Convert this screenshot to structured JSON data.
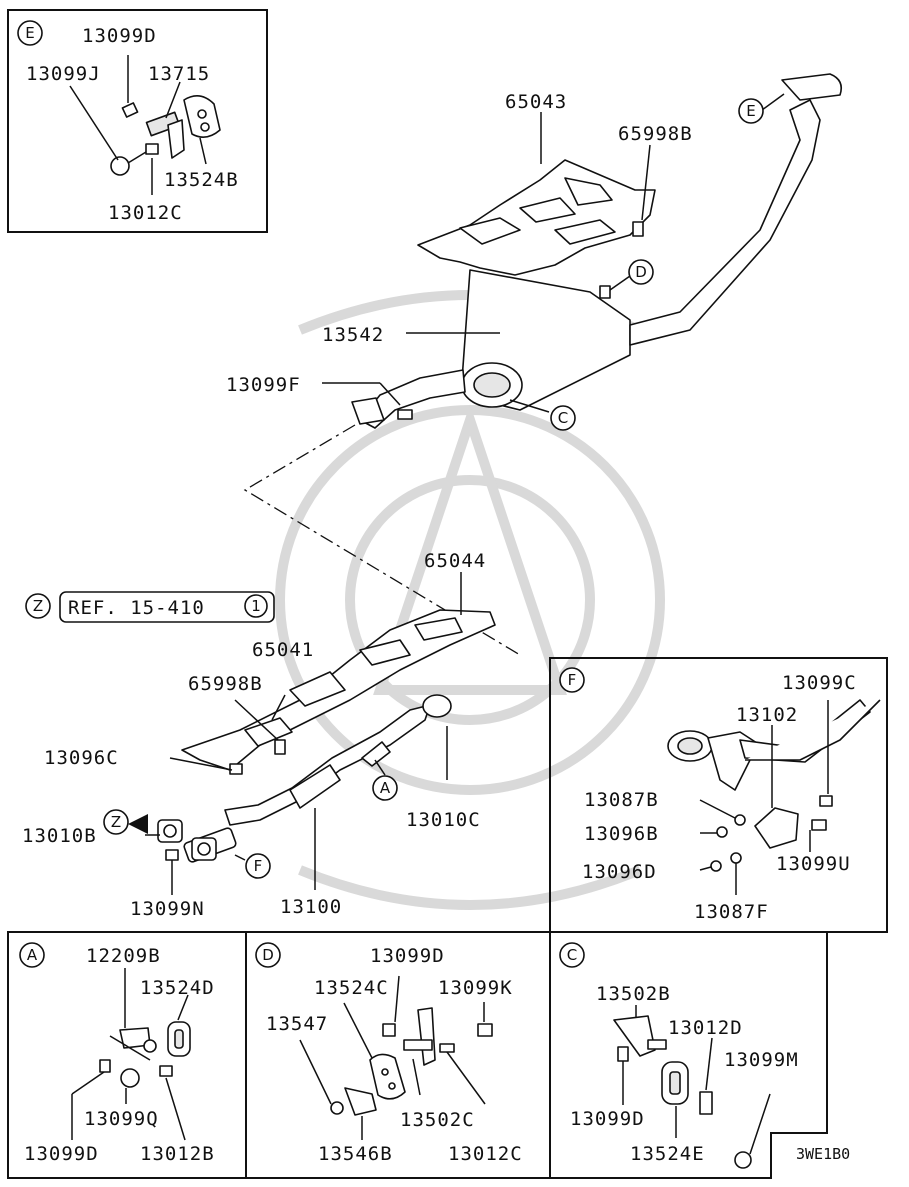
{
  "panels": {
    "detail_E": {
      "marker": "E",
      "labels": [
        "13099D",
        "13099J",
        "13715",
        "13524B",
        "13012C"
      ]
    },
    "detail_F": {
      "marker": "F",
      "labels": [
        "13099C",
        "13102",
        "13087B",
        "13096B",
        "13096D",
        "13099U",
        "13087F"
      ]
    },
    "detail_A": {
      "marker": "A",
      "labels": [
        "12209B",
        "13524D",
        "13099Q",
        "13099D",
        "13012B"
      ]
    },
    "detail_D": {
      "marker": "D",
      "labels": [
        "13099D",
        "13524C",
        "13099K",
        "13547",
        "13502C",
        "13546B",
        "13012C"
      ]
    },
    "detail_C": {
      "marker": "C",
      "labels": [
        "13502B",
        "13012D",
        "13099M",
        "13099D",
        "13524E"
      ]
    }
  },
  "main": {
    "labels": [
      "65043",
      "65998B",
      "13542",
      "13099F",
      "65044",
      "65041",
      "65998B",
      "13096C",
      "13010B",
      "13099N",
      "13100",
      "13010C"
    ],
    "markers": [
      "E",
      "D",
      "C",
      "A",
      "F",
      "Z"
    ],
    "reference": {
      "marker": "Z",
      "text": "REF. 15-410",
      "sheet": "1"
    }
  },
  "diagram_code": "3WE1B0"
}
